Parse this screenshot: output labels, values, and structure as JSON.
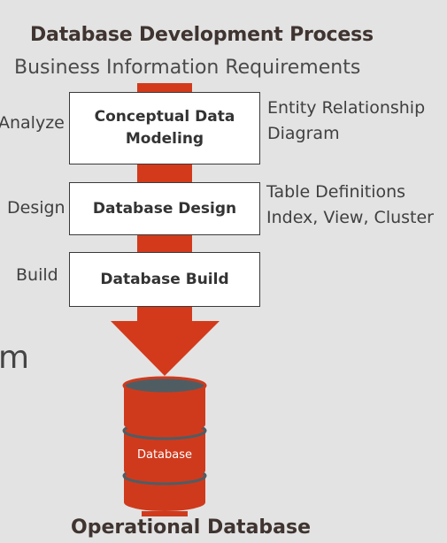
{
  "diagram": {
    "title": "Database Development Process",
    "top_label": "Business Information Requirements",
    "bottom_label": "Operational Database",
    "clipped_text": "m",
    "steps": [
      {
        "phase": "Analyze",
        "box": "Conceptual Data Modeling",
        "output": [
          "Entity Relationship",
          "Diagram"
        ]
      },
      {
        "phase": "Design",
        "box": "Database Design",
        "output": [
          "Table Definitions",
          "Index, View, Cluster"
        ]
      },
      {
        "phase": "Build",
        "box": "Database Build",
        "output": []
      }
    ],
    "database_label": "Database"
  },
  "colors": {
    "arrow": "#d33a1b",
    "cylinder_body": "#cf3a1d",
    "cylinder_top": "#4f5d63",
    "background": "#e3e3e3"
  }
}
